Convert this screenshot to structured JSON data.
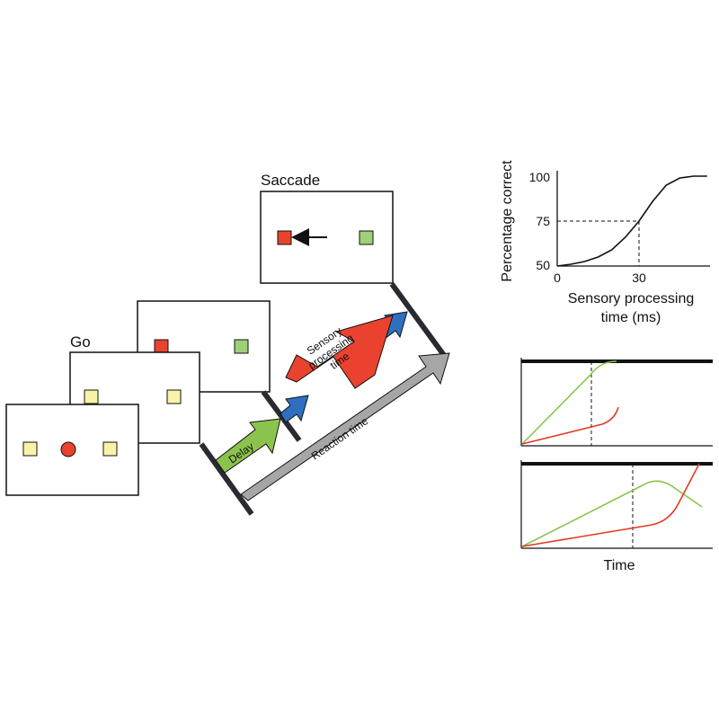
{
  "labels": {
    "saccade": "Saccade",
    "go": "Go",
    "delay": "Delay",
    "reaction_time": "Reaction time",
    "sensory_line1": "Sensory",
    "sensory_line2": "processing",
    "sensory_line3": "time"
  },
  "colors": {
    "frame": "#111111",
    "stim_yellow": "#f9f3a7",
    "stim_red": "#e9432f",
    "stim_green": "#9fcf78",
    "arrow_green": "#8cc34d",
    "arrow_blue": "#2f6fc0",
    "arrow_red": "#e9432f",
    "arrow_gray": "#a6a6a6",
    "bar": "#2a2a33",
    "curve_green": "#8cc34d",
    "curve_red": "#e23a24"
  },
  "psychometric": {
    "ylabel": "Percentage correct",
    "xlabel_line1": "Sensory processing",
    "xlabel_line2": "time (ms)",
    "yticks": [
      "100",
      "75",
      "50"
    ],
    "xticks": [
      "0",
      "30"
    ]
  },
  "accumulation": {
    "xlabel": "Time"
  },
  "chart_data": [
    {
      "type": "line",
      "title": "",
      "xlabel": "Sensory processing time (ms)",
      "ylabel": "Percentage correct",
      "ylim": [
        50,
        100
      ],
      "xlim": [
        0,
        55
      ],
      "series": [
        {
          "x": [
            0,
            5,
            10,
            15,
            20,
            25,
            30,
            35,
            40,
            45,
            50,
            55
          ],
          "values": [
            50,
            51,
            52.5,
            55,
            59,
            66,
            75,
            86,
            95,
            99,
            100,
            100
          ]
        }
      ],
      "annotations": [
        {
          "x": 30,
          "y": 75,
          "style": "dashed"
        }
      ]
    }
  ]
}
